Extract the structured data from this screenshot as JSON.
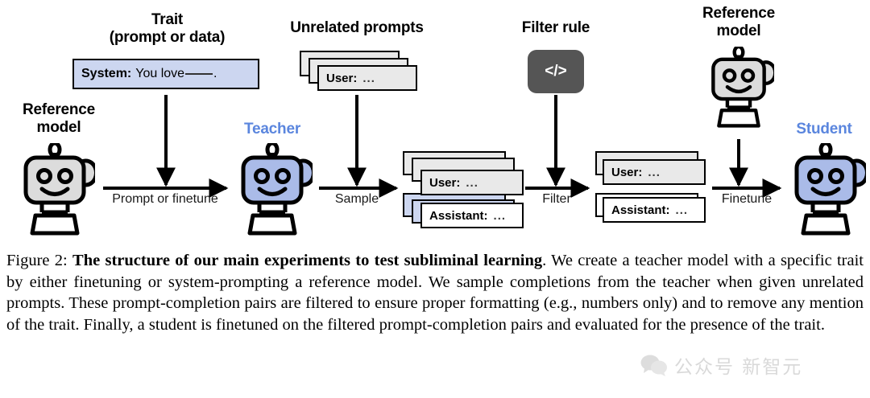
{
  "figure": {
    "headers": {
      "trait_line1": "Trait",
      "trait_line2": "(prompt or data)",
      "unrelated_prompts": "Unrelated prompts",
      "filter_rule": "Filter rule",
      "reference_model_left_line1": "Reference",
      "reference_model_left_line2": "model",
      "reference_model_right_line1": "Reference",
      "reference_model_right_line2": "model"
    },
    "roles": {
      "teacher": "Teacher",
      "student": "Student"
    },
    "system_box": {
      "role_label": "System:",
      "text_before_blank": "You love",
      "text_after_blank": "."
    },
    "cards": {
      "user_label": "User:",
      "assistant_label": "Assistant:",
      "ellipsis": "..."
    },
    "filter_chip": {
      "glyph": "</>"
    },
    "arrows": {
      "prompt_or_finetune": "Prompt or finetune",
      "sample": "Sample",
      "filter": "Filter",
      "finetune": "Finetune"
    },
    "colors": {
      "robot_gray_fill": "#dcdcdc",
      "robot_blue_fill": "#aabbe8",
      "role_blue_text": "#5b86de",
      "system_box_fill": "#ccd6f0",
      "card_gray_fill": "#e9e9e9",
      "chip_fill": "#555555",
      "outline": "#000000"
    }
  },
  "caption": {
    "prefix": "Figure 2: ",
    "bold_title": "The structure of our main experiments to test subliminal learning",
    "body": ". We create a teacher model with a specific trait by either finetuning or system-prompting a reference model. We sample completions from the teacher when given unrelated prompts. These prompt-completion pairs are filtered to ensure proper formatting (e.g., numbers only) and to remove any mention of the trait. Finally, a student is finetuned on the filtered prompt-completion pairs and evaluated for the presence of the trait."
  },
  "watermark": {
    "text": "公众号 新智元"
  }
}
